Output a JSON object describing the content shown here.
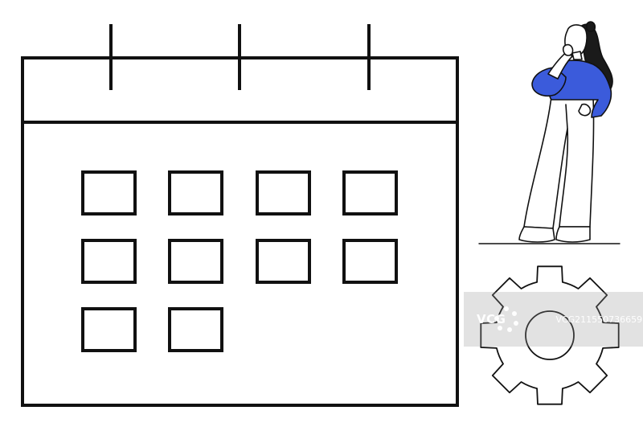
{
  "colors": {
    "line": "#111111",
    "accent": "#3b5bdb",
    "hair": "#1a1a1a",
    "background": "#ffffff"
  },
  "illustration": {
    "calendar": {
      "icon": "calendar-icon",
      "date_cells": 10,
      "binder_rings": 3
    },
    "person": {
      "icon": "person-thinking",
      "shirt_color": "#3b5bdb"
    },
    "gear": {
      "icon": "gear-icon",
      "teeth": 8
    }
  },
  "watermark": {
    "logo_text": "VCG",
    "id_text": "VCG211550736659"
  }
}
